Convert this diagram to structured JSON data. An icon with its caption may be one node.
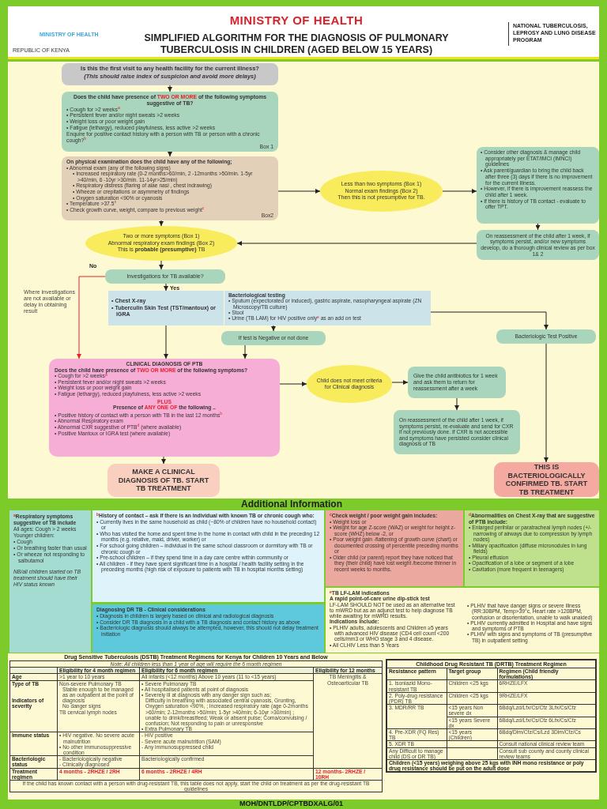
{
  "diagram": {
    "title": "SIMPLIFIED ALGORITHM FOR THE DIAGNOSIS OF PULMONARY TUBERCULOSIS IN CHILDREN (AGED BELOW 15 YEARS)",
    "nodes": [
      {
        "text": [
          "Is this the first visit to any health facility for the current illness?",
          "(This should raise index of suspicion and avoid more delays)"
        ]
      },
      {
        "text": [
          "Does the child have presence of **TWO OR MORE** of the following symptoms suggestive of TB?",
          "• Cough for >2 weeks$^{a}$",
          "• Persistent fever and/or night sweats >2 weeks",
          "• Weight loss or poor weight gain",
          "• Fatigue (lethargy), reduced playfulness, less active >2 weeks",
          "Enquire for positive contact history with a person with TB or person with a chronic cough?$^{b}$",
          "Box 1"
        ]
      },
      {
        "text": [
          "On physical examination does the child have any of the following;",
          "• Abnormal exam (any of the following signs)",
          "• Increased respiratory rate (0-2 months>60/min, 2 -12months >50/min. 1-5yr >40/min, 6 -10yr >30/min. 11-14yr>25/min)",
          "• Respiratory distress (flaring of alae nasi , chest indrawing)",
          "• Wheeze or crepitations or asymmetry of findings",
          "• Oxygen saturation <90% or cyanosis",
          "• Temperature >37.5°",
          "• Check growth curve, weight, compare to previous weight$^{c}$",
          "Box2"
        ]
      },
      {
        "text": [
          "Less than two symptoms (Box 1)",
          "Normal exam findings (Box 2)",
          "Then this is not presumptive for TB."
        ]
      },
      {
        "text": [
          "• Consider other diagnosis & manage child appropriately per ETAT/IMCI (IMNCI) guidelines",
          "• Ask parent/guardian to bring the child back after three (3) days if there is no improvement for the current illness.",
          "• However, if there is improvement reassess the child after 1 week.",
          "• If there is history of TB contact - evaluate to offer TPT."
        ]
      },
      {
        "text": [
          "On reassessment of the child after 1 week, if symptoms persist, and/or new symptoms develop, do a thorough clinical review as per box 1& 2"
        ]
      },
      {
        "text": [
          "Two or more symptoms (Box 1)",
          "Abnormal respiratory exam findings (Box 2)",
          "This is **probable (presumptive)** TB"
        ]
      },
      {
        "text": [
          "Investigations for TB available?"
        ]
      },
      {
        "text": [
          "• Chest X-ray",
          "• Tuberculin Skin Test (TST/mantoux) or IGRA"
        ]
      },
      {
        "text": [
          "Bacteriological testing",
          "• Sputum (expectorated or induced), gastric aspirate, nasopharyngeal aspirate (ZN Microscopy/TB culture)",
          "• Stool",
          "• Urine (TB LAM) for HIV positive only$^{e}$ as an add on test"
        ]
      },
      {
        "text": [
          "If test is Negative or not done"
        ]
      },
      {
        "text": [
          "Bacteriologic Test Positive"
        ]
      },
      {
        "text": [
          "CLINICAL DIAGNOSIS OF PTB",
          "Does the child have presence of **TWO OR MORE** of the following symptoms?",
          "• Cough for >2 weeks$^{a}$",
          "• Persistent fever and/or night sweats >2 weeks",
          "• Weight loss or poor weight gain",
          "• Fatigue (lethargy), reduced playfulness, less active >2 weeks",
          "PLUS",
          "Presence of **ANY ONE OF** the following ..",
          "• Positive history of contact with a person with TB in the last 12 months$^{b}$",
          "• Abnormal Respiratory exam",
          "• Abnormal CXR suggestive of PTB$^{d}$ (where available)",
          "• Positive Mantoux or IGRA test (where available)"
        ]
      },
      {
        "text": [
          "Child does not meet criteria for Clinical diagnosis"
        ]
      },
      {
        "text": [
          "Give the child antibiotics for 1 week and ask them to return for reassessment after a week"
        ]
      },
      {
        "text": [
          "On reassessment of the child after 1 week, if symptoms persist, re-evaluate and send for CXR if not previously done. If CXR is not accessible and symptoms have persisted consider clinical diagnosis of TB"
        ]
      },
      {
        "text": [
          "MAKE A CLINICAL DIAGNOSIS OF TB. START TB TREATMENT"
        ]
      },
      {
        "text": [
          "THIS IS BACTERIOLOGICALLY CONFIRMED TB. START TB TREATMENT"
        ]
      },
      {
        "text": [
          "$^{a}$Respiratory symptoms suggestive of TB include",
          "All ages: Cough > 2 weeks",
          "Younger children:",
          "• Cough",
          "• Or breathing faster than usual",
          "• Or wheeze not responding to salbutamol",
          "NB/all children started on TB treatment should have their HIV status known"
        ]
      },
      {
        "text": [
          "$^{b}$History of contact – ask if there is an individual with known TB or chronic cough who:",
          "• Currently lives in the same household as child (~80% of children have no household contact) or",
          "• Who has visited the home and spent time in the home in contact with child in the preceding 12 months (e.g. relative, maid, driver, worker) or",
          "• For school going children – individual in the same school classroom or dormitory with TB or chronic cough or",
          "• Pre-school children – if they spend time in a day care centre within community or",
          "• All children - if they have spent significant time in a hospital / health facility setting in the preceding months (high risk of exposure to patients with TB in hospital months setting)"
        ]
      },
      {
        "text": [
          "Diagnosing DR TB - Clinical considerations",
          "• Diagnosis in children is largely based on clinical and radiological diagnosis",
          "• Consider DR TB diagnosis in a child with a TB diagnosis and contact history as above",
          "• Bacteriologic diagnosis should always be attempted, however, this should not delay treatment initiation"
        ]
      },
      {
        "text": [
          "$^{c}$Check weight / poor weight gain includes:",
          "• Weight loss or",
          "• Weight for age Z-score (WAZ) or weight for height z-score (WHZ) below -2, or",
          "• Poor weight gain -flattening of growth curve (chart) or documented crossing of percentile preceding months or",
          "• Older child (or parent) report they have noticed that they (their child) have lost weight /become thinner in recent weeks to months."
        ]
      },
      {
        "text": [
          "$^{d}$Abnormalities on Chest X-ray that are suggestive of PTB include:",
          "• Enlarged perihilar or paratracheal lymph nodes (+/- narrowing of airways due to compression by lymph nodes)",
          "• Miliary opacification (diffuse micronodules in lung fields)",
          "• Pleural effusion",
          "• Opacification of a lobe or segment of a lobe",
          "• Cavitation (more frequent in teenagers)"
        ]
      },
      {
        "text": [
          "$^{e}$TB LF-LAM indications",
          "A rapid point-of-care urine dip-stick test",
          "LF-LAM SHOULD NOT be used as an alternative test to mWRD but as an adjunct test to help diagnose TB while awaiting for mWRD results.",
          "Indications include:",
          "• PLHIV adults, adolescents and Children ≥5 years with advanced HIV disease (CD4 cell count <200 cells/mm3 or WHO stage 3 and 4 disease.",
          "• All CLHIV Less than 5 Years",
          "• PLHIV that have danger signs or severe illness (RR:30BPM, Temp>39°c, Heart rate >120BPM, confusion or disorientation, unable to walk unaided)",
          "• PLHIV currently admitted in Hospital and have signs and symptoms of PTB",
          "• PLHIV with signs and symptoms of TB (presumptive TB) in outpatient setting"
        ]
      }
    ],
    "edges": [
      {
        "from": 0,
        "to": 1,
        "arrow": "to"
      },
      {
        "from": 1,
        "to": 2,
        "arrow": "to"
      },
      {
        "from": 2,
        "to": 3,
        "arrow": "to"
      },
      {
        "from": 3,
        "to": 4,
        "arrow": "to"
      },
      {
        "from": 4,
        "to": 5,
        "arrow": "to"
      },
      {
        "from": 5,
        "to": 6,
        "arrow": "to"
      },
      {
        "from": 2,
        "to": 6,
        "arrow": "to"
      },
      {
        "from": 6,
        "to": 7,
        "arrow": "to"
      },
      {
        "from": 7,
        "to": 12,
        "arrow": "to",
        "label": "No",
        "color": "#e8202a"
      },
      {
        "from": 7,
        "to": 8,
        "arrow": "to",
        "label": "Yes"
      },
      {
        "from": 9,
        "to": 10,
        "arrow": "to"
      },
      {
        "from": 9,
        "to": 11,
        "arrow": "to"
      },
      {
        "from": 8,
        "to": 12,
        "arrow": "to"
      },
      {
        "from": 10,
        "to": 12,
        "arrow": "to"
      },
      {
        "from": 12,
        "to": 13,
        "arrow": "to"
      },
      {
        "from": 13,
        "to": 14,
        "arrow": "to"
      },
      {
        "from": 14,
        "to": 15,
        "arrow": "to"
      },
      {
        "from": 12,
        "to": 16,
        "arrow": "to"
      },
      {
        "from": 11,
        "to": 17,
        "arrow": "to"
      }
    ],
    "labels": [
      "REPUBLIC OF KENYA",
      "MINISTRY OF HEALTH",
      "MINISTRY OF HEALTH",
      "NATIONAL TUBERCULOSIS, LEPROSY AND LUNG DISEASE PROGRAM",
      "Where investigations are not available or delay in obtaining result",
      "Additional Information",
      "Drug Sensitive Tuberculosis (DSTB) Treatment Regimens for Kenya for Children 10 Years and Below",
      "Note: All children less than 1 year of age will require the 6 month regimen",
      "Eligibility for 4 month regimen",
      "Eligibility for 6 month regimen",
      "Eligibility for 12 months",
      "Age",
      ">1 year to 10 years",
      "All infants (<12 months) Above 10 years (11 to <15 years)",
      "TB Meningitis & Osteoarticular TB",
      "Type of TB",
      "Indicators of severity",
      "Non-severe Pulmonary TB",
      "Stable enough to be managed as an outpatient at the point of diagnosis",
      "No danger signs",
      "TB cervical lymph nodes",
      "• Severe Pulmonary TB",
      "• All hospitalised patients at point of diagnosis",
      "• Severely ill at diagnosis with any danger sign such as;",
      "Difficulty in breathing with associated central cyanosis, Grunting, Oxygen saturation <90%, ; Increased respiratory rate (age 0-2months >60/min; 2-12months >50/min; 1-5yr >40/min; 6-10yr >30/min) ; unable to drink/breastfeed; Weak or absent pulse; Coma/convulsing / confusion; Not responding to pain or unresponsive",
      "• Extra Pulmonary TB",
      "Immune status",
      "• HIV negative. No severe acute malnutrition",
      "• No other immunosuppressive condition",
      "- HIV positive",
      "- Severe acute malnutrition (SAM)",
      "- Any immunosuppressed child",
      "Bacteriologic status",
      "- Bacteriologically negative",
      "- Clinically diagnosed",
      "Bacteriologically confirmed",
      "Treatment regimen",
      "4 months - 2RHZE / 2RH",
      "6 months - 2RHZE / 4RH",
      "12 months- 2RHZE / 10RH",
      "If the child has known contact with a person with drug-resistant TB, this table does not apply, start the child on treatment as per the drug-resistant TB guidelines",
      "Childhood Drug Resistant TB (DRTB) Treatment Regimen",
      "Resistance pattern",
      "Target group",
      "Regimen (Child friendly formulations)",
      "1. Isoniazid Mono-resistant TB",
      "Children <25 kgs",
      "6RHZE/LFX",
      "2. Poly-drug resistance (PDR) TB",
      "Children <25 kgs",
      "9RHZE/LFX",
      "3. MDR/RR TB",
      "<15 years Non severe dx",
      "6Bdq/Lzd/Lfx/Cs/Cfz 3Lfx/Cs/Cfz",
      "<15 years Severe dx",
      "6Bdq/Lzd/Lfx/Cs/Cfz 6Lfx/Cs/Cfz",
      "4. Pre-XDR (FQ Res) TB",
      "<15 years (Children)",
      "6Bdq/Dlm/Cfz/Cs/Lzd 3Dlm/Cfz/Cs",
      "5. XDR TB",
      "Consult national clinical review team",
      "Any Difficult to manage child (DS or DR TB)",
      "Consult sub county and county clinical review teams",
      "Children (<15 years) weighing above 25 kgs with INH mono resistance or poly drug resistance should be put on the adult dose",
      "MOH/DNTLDP/CPTBDXALG/01"
    ]
  }
}
